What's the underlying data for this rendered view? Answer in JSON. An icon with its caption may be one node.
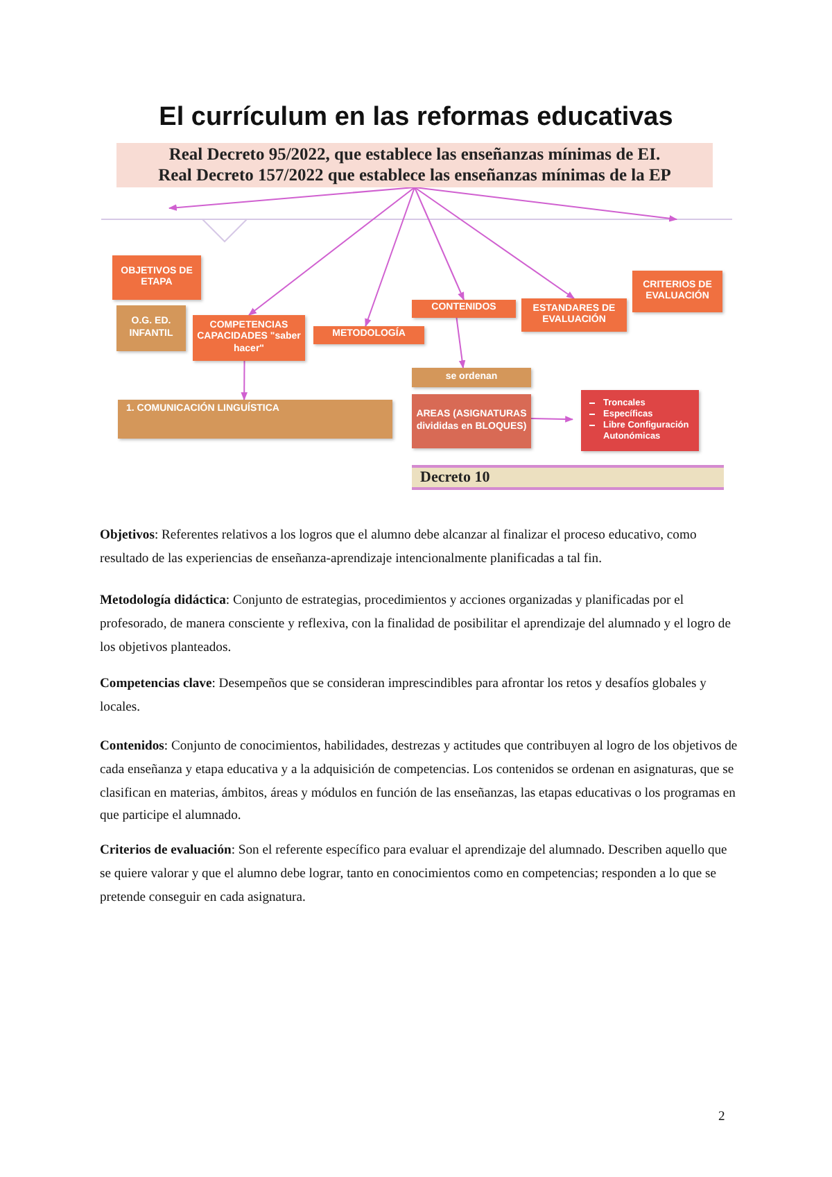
{
  "diagram": {
    "title": "El currículum en las reformas educativas",
    "nodes": [
      {
        "text": [
          "Real Decreto 95/2022, que establece las enseñanzas mínimas de EI.",
          "Real Decreto 157/2022 que establece las enseñanzas mínimas de la EP"
        ]
      },
      {
        "text": [
          "OBJETIVOS DE ETAPA"
        ]
      },
      {
        "text": [
          "O.G. ED. INFANTIL"
        ]
      },
      {
        "text": [
          "COMPETENCIAS CAPACIDADES \"saber hacer\""
        ]
      },
      {
        "text": [
          "METODOLOGÍA"
        ]
      },
      {
        "text": [
          "CONTENIDOS"
        ]
      },
      {
        "text": [
          "ESTANDARES DE EVALUACIÓN"
        ]
      },
      {
        "text": [
          "CRITERIOS DE EVALUACIÓN"
        ]
      },
      {
        "text": [
          "1. COMUNICACIÓN LINGUÍSTICA"
        ]
      },
      {
        "text": [
          "se ordenan"
        ]
      },
      {
        "text": [
          "AREAS (ASIGNATURAS divididas en BLOQUES)"
        ]
      },
      {
        "text": [
          "Troncales",
          "Específicas",
          "Libre Configuración Autonómicas"
        ]
      },
      {
        "text": [
          "Decreto 10"
        ]
      }
    ],
    "edges": [
      {
        "from": 0,
        "to": null,
        "arrow": "to"
      },
      {
        "from": 0,
        "to": 3,
        "arrow": "to"
      },
      {
        "from": 0,
        "to": 4,
        "arrow": "to"
      },
      {
        "from": 0,
        "to": 5,
        "arrow": "to"
      },
      {
        "from": 0,
        "to": 6,
        "arrow": "to"
      },
      {
        "from": 0,
        "to": null,
        "arrow": "to"
      },
      {
        "from": 3,
        "to": 8,
        "arrow": "to"
      },
      {
        "from": 5,
        "to": 9,
        "arrow": "to"
      },
      {
        "from": 10,
        "to": 11,
        "arrow": "to"
      }
    ],
    "labels": [
      "**Objetivos**: Referentes relativos a los logros que el alumno debe alcanzar al finalizar el proceso educativo, como resultado de las experiencias de enseñanza-aprendizaje intencionalmente planificadas a tal fin.",
      "**Metodología didáctica**: Conjunto de estrategias, procedimientos y acciones organizadas y planificadas por el profesorado, de manera consciente y reflexiva, con la finalidad de posibilitar el aprendizaje del alumnado y el logro de los objetivos planteados.",
      "**Competencias clave**: Desempeños que se consideran imprescindibles para afrontar los retos y desafíos globales y locales.",
      "**Contenidos**: Conjunto de conocimientos, habilidades, destrezas y actitudes que contribuyen al logro de los objetivos de cada enseñanza y etapa educativa y a la adquisición de competencias. Los contenidos se ordenan en asignaturas, que se clasifican en materias, ámbitos, áreas y módulos en función de las enseñanzas, las etapas educativas o los programas en que participe el alumnado.",
      "**Criterios de evaluación**: Son el referente específico para evaluar el aprendizaje del alumnado. Describen aquello que se quiere valorar y que el alumno debe lograr, tanto en conocimientos como en competencias; responden a lo que se pretende conseguir en cada asignatura.",
      "2"
    ]
  }
}
